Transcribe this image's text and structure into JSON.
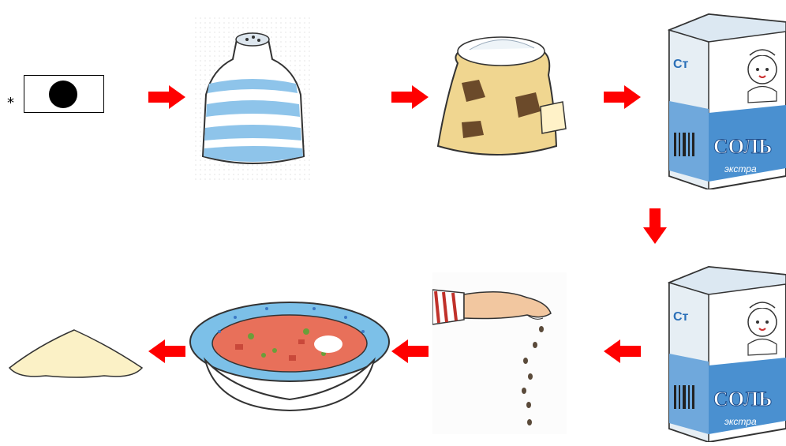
{
  "legend": {
    "marker": "*"
  },
  "box_label": {
    "brand_short": "Ст",
    "product_name": "СОЛЬ",
    "grade": "экстра"
  },
  "colors": {
    "arrow": "#ff0000",
    "box_blue": "#4a90d0",
    "bag": "#f0d690",
    "soup": "#e8705a",
    "bowl_rim": "#7cc0e8",
    "salt_pile": "#fbf1c6"
  },
  "steps": [
    {
      "icon": "salt-crystal-symbol-icon"
    },
    {
      "icon": "salt-shaker-icon"
    },
    {
      "icon": "salt-sack-icon"
    },
    {
      "icon": "salt-box-icon"
    },
    {
      "icon": "salt-box-icon"
    },
    {
      "icon": "hand-salting-icon"
    },
    {
      "icon": "soup-bowl-icon"
    },
    {
      "icon": "salt-pile-icon"
    }
  ]
}
